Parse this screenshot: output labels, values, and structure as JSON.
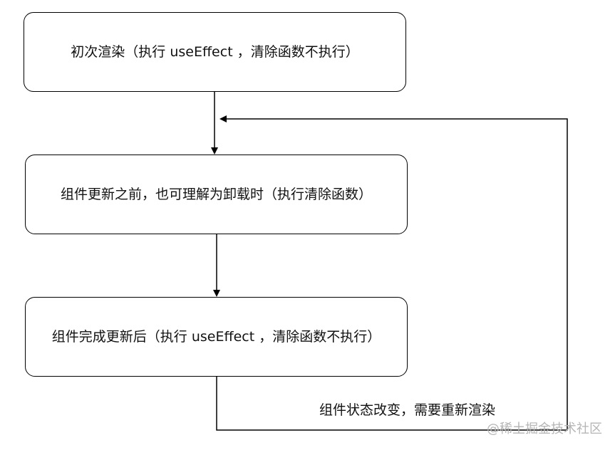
{
  "diagram": {
    "nodes": [
      {
        "id": "initial-render",
        "label": "初次渲染（执行 useEffect ，清除函数不执行）"
      },
      {
        "id": "before-update",
        "label": "组件更新之前，也可理解为卸载时（执行清除函数）"
      },
      {
        "id": "after-update",
        "label": "组件完成更新后（执行 useEffect ，清除函数不执行）"
      }
    ],
    "edges": [
      {
        "from": "initial-render",
        "to": "before-update",
        "label": ""
      },
      {
        "from": "before-update",
        "to": "after-update",
        "label": ""
      },
      {
        "from": "after-update",
        "to": "before-update",
        "label": "组件状态改变，需要重新渲染"
      }
    ]
  },
  "watermark": "@稀土掘金技术社区",
  "colors": {
    "stroke": "#000000",
    "text": "#111111",
    "watermark": "#b5b5b5"
  }
}
